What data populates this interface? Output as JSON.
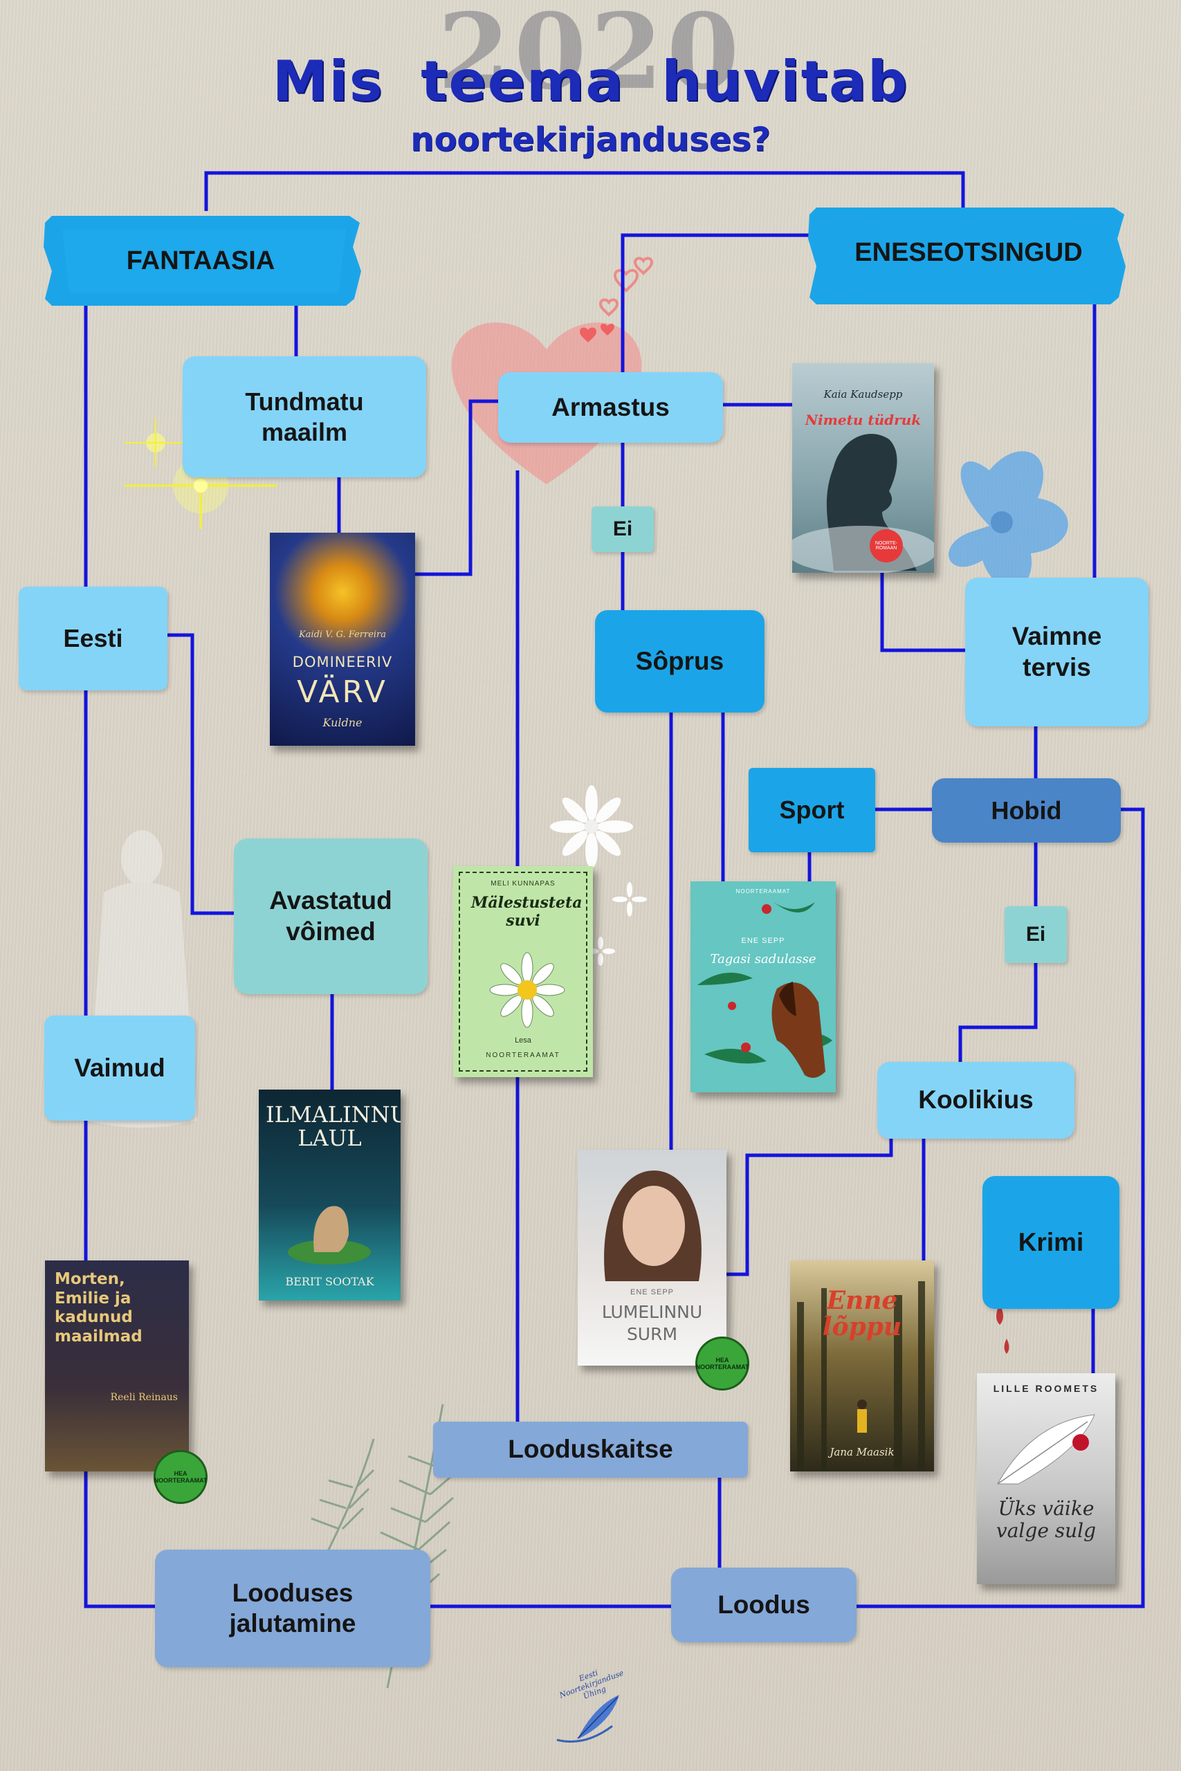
{
  "header": {
    "year": "2020",
    "title": "Mis teema huvitab",
    "subtitle": "noortekirjanduses?"
  },
  "nodes": {
    "fantaasia": "FANTAASIA",
    "eneseotsingud": "ENESEOTSINGUD",
    "tundmatu_maailm": "Tundmatu\nmaailm",
    "armastus": "Armastus",
    "ei1": "Ei",
    "eesti": "Eesti",
    "soprus": "Sôprus",
    "vaimne_tervis": "Vaimne\ntervis",
    "sport": "Sport",
    "hobid": "Hobid",
    "avastatud_voimed": "Avastatud\nvôimed",
    "ei2": "Ei",
    "vaimud": "Vaimud",
    "koolikius": "Koolikius",
    "krimi": "Krimi",
    "looduskaitse": "Looduskaitse",
    "looduses_jalutamine": "Looduses\njalutamine",
    "loodus": "Loodus"
  },
  "books": {
    "domineeriv": {
      "author": "Kaidi V. G. Ferreira",
      "title1": "DOMINEERIV",
      "title2": "VÄRV",
      "subtitle": "Kuldne"
    },
    "nimetu": {
      "author": "Kaia Kaudsepp",
      "title": "Nimetu tüdruk",
      "tag": "NOORTE-ROMAAN"
    },
    "malestusteta": {
      "author": "MELI KUNNAPAS",
      "title": "Mälestusteta suvi",
      "author2": "Lesa",
      "publisher": "NOORTERAAMAT"
    },
    "tagasi": {
      "author": "ENE SEPP",
      "title": "Tagasi sadulasse",
      "publisher": "NOORTERAAMAT"
    },
    "ilmalinnu": {
      "title": "ILMALINNU LAUL",
      "author": "BERIT SOOTAK"
    },
    "lumelinnu": {
      "author": "ENE SEPP",
      "title1": "LUMELINNU",
      "title2": "SURM"
    },
    "enne": {
      "title": "Enne lõppu",
      "author": "Jana Maasik"
    },
    "morten": {
      "title": "Morten, Emilie ja kadunud maailmad",
      "author": "Reeli Reinaus"
    },
    "uks": {
      "author": "LILLE ROOMETS",
      "title": "Üks väike valge sulg"
    }
  },
  "badges": {
    "award": "HEA NOORTERAAMAT"
  },
  "footer": {
    "logo_text": "Eesti Noortekirjanduse Ühing"
  },
  "colors": {
    "connector": "#1414dc",
    "title": "#1c2bb8"
  }
}
